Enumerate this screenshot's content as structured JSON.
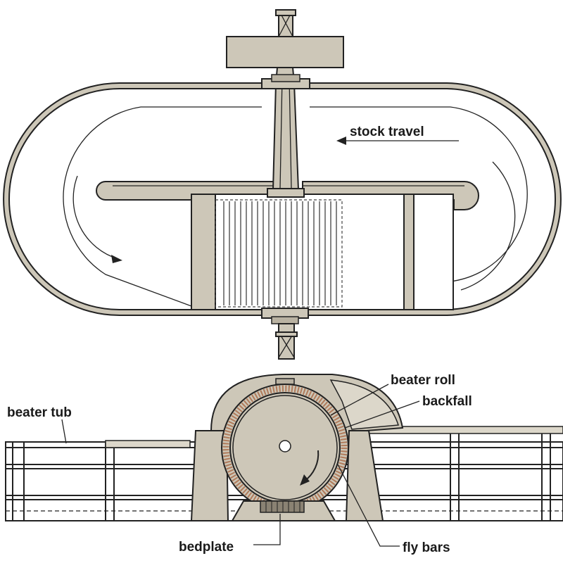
{
  "labels": {
    "stock_travel": "stock travel",
    "beater_roll": "beater roll",
    "backfall": "backfall",
    "beater_tub": "beater tub",
    "bedplate": "bedplate",
    "fly_bars": "fly bars"
  },
  "colors": {
    "casting": "#cdc7b8",
    "outline": "#222222",
    "background": "#ffffff",
    "roll_ring": "#b07a5a"
  }
}
